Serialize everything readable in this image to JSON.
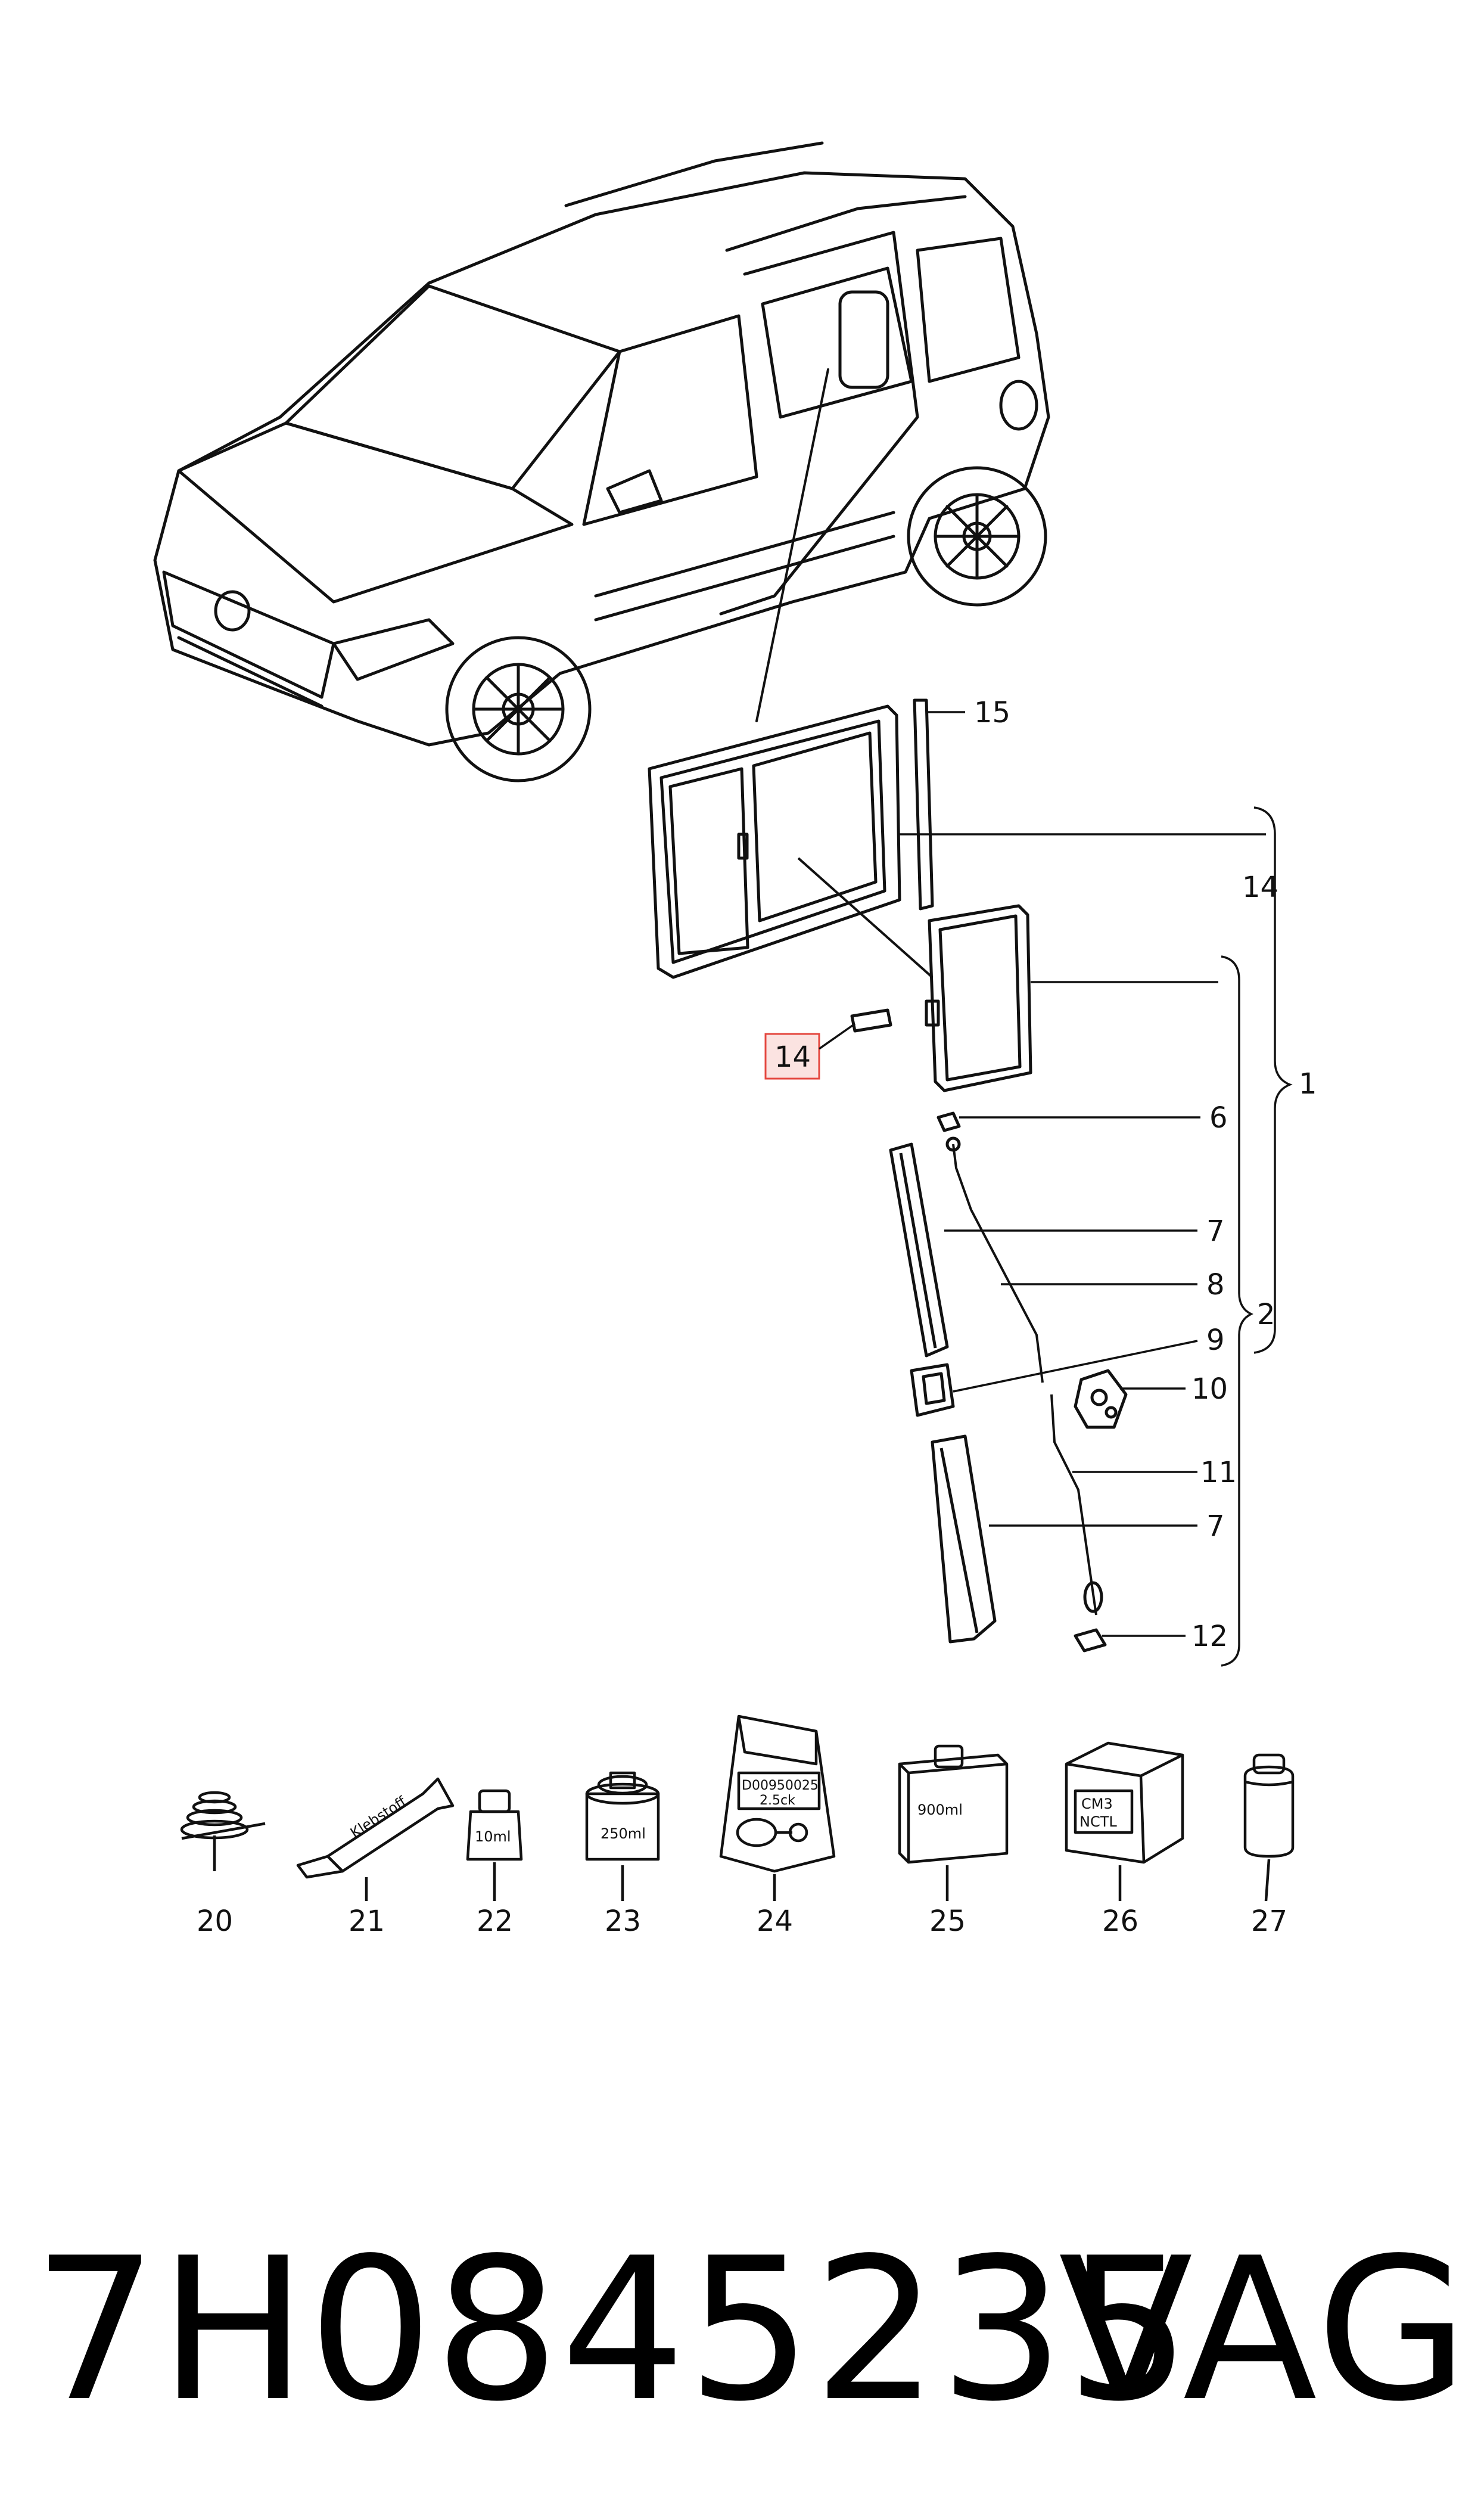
{
  "diagram": {
    "highlight_color": "#e4473f",
    "highlight_fill": "#fbe3e1",
    "callouts": {
      "c15": "15",
      "c14_bracket": "14",
      "c14_highlight": "14",
      "c1": "1",
      "c2": "2",
      "c6": "6",
      "c7_top": "7",
      "c8": "8",
      "c9": "9",
      "c10": "10",
      "c11": "11",
      "c7_bottom": "7",
      "c12": "12"
    },
    "consumables": [
      {
        "label": "20"
      },
      {
        "label": "21",
        "tube_text": "Klebstoff"
      },
      {
        "label": "22",
        "bottle_text": "10ml"
      },
      {
        "label": "23",
        "can_text": "250ml"
      },
      {
        "label": "24",
        "bag_text_1": "D00950025",
        "bag_text_2": "2.5ck"
      },
      {
        "label": "25",
        "box_text": "900ml"
      },
      {
        "label": "26",
        "box_text_1": "CM3",
        "box_text_2": "NCTL"
      },
      {
        "label": "27"
      }
    ]
  },
  "footer": {
    "part_number": "7H0845235",
    "brand": "VAG"
  }
}
